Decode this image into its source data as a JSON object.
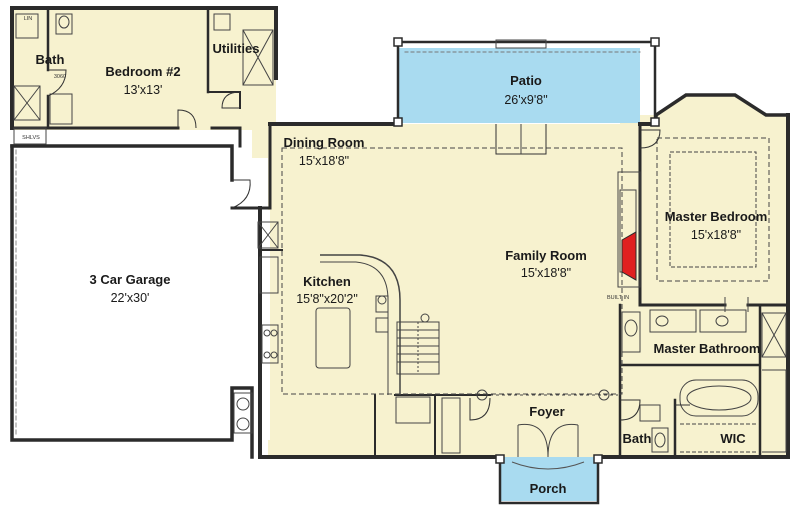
{
  "rooms": {
    "bath_upper": {
      "name": "Bath",
      "dim": ""
    },
    "bedroom2": {
      "name": "Bedroom #2",
      "dim": "13'x13'"
    },
    "utilities": {
      "name": "Utilities",
      "dim": ""
    },
    "patio": {
      "name": "Patio",
      "dim": "26'x9'8\""
    },
    "dining": {
      "name": "Dining Room",
      "dim": "15'x18'8\""
    },
    "garage": {
      "name": "3 Car Garage",
      "dim": "22'x30'"
    },
    "kitchen": {
      "name": "Kitchen",
      "dim": "15'8\"x20'2\""
    },
    "family": {
      "name": "Family Room",
      "dim": "15'x18'8\""
    },
    "master_bed": {
      "name": "Master Bedroom",
      "dim": "15'x18'8\""
    },
    "master_bath": {
      "name": "Master Bathroom",
      "dim": ""
    },
    "foyer": {
      "name": "Foyer",
      "dim": ""
    },
    "bath_lower": {
      "name": "Bath",
      "dim": ""
    },
    "wic": {
      "name": "WIC",
      "dim": ""
    },
    "porch": {
      "name": "Porch",
      "dim": ""
    }
  },
  "notes": {
    "shelves": "SHLVS",
    "built_in": "BUILT IN",
    "shower_size": "3060",
    "linen": "LIN"
  },
  "colors": {
    "floor": "#f7f2cf",
    "patio_porch": "#a9dbf0",
    "fireplace": "#e02020",
    "wall": "#2b2b2b",
    "garage_floor": "#ffffff"
  }
}
